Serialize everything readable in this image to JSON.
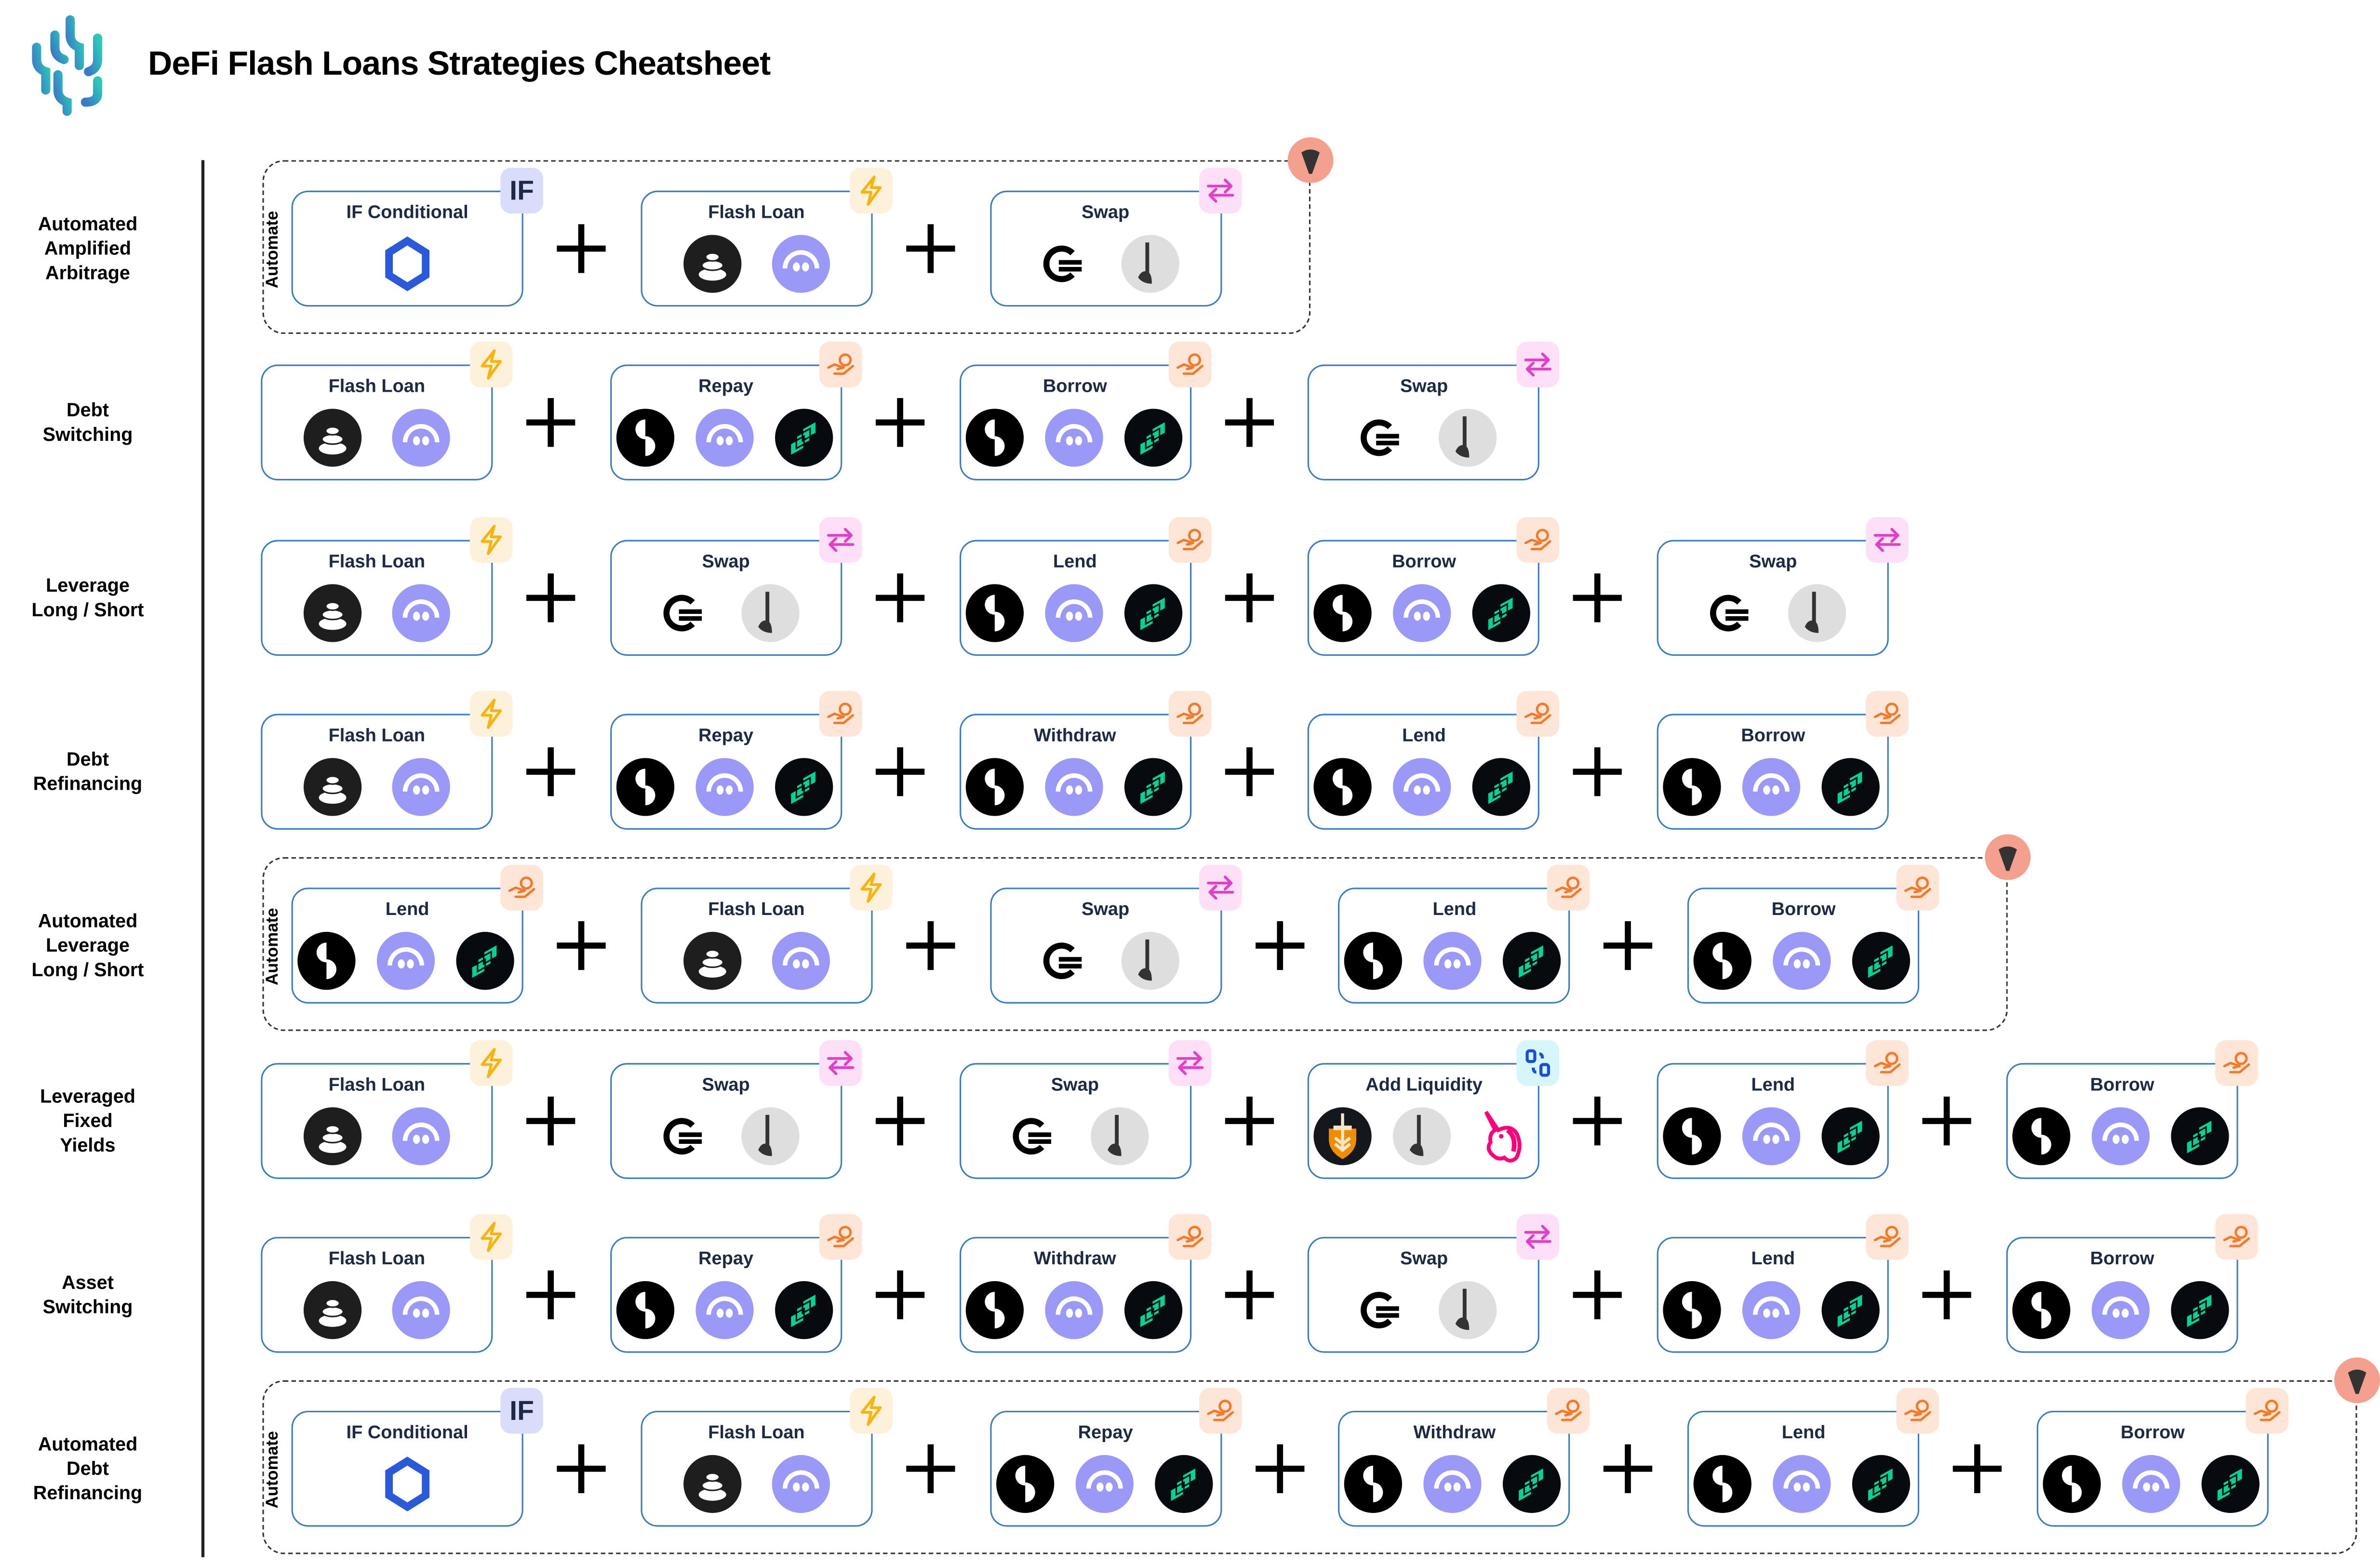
{
  "title": "DeFi Flash Loans Strategies Cheatsheet",
  "automate_label": "Automate",
  "badges": {
    "if": {
      "text": "IF",
      "bg": "#d9ddfb",
      "color": "#1e2a44"
    },
    "flash": {
      "icon": "lightning-icon",
      "bg": "#fdf1dc",
      "color": "#f5b40e"
    },
    "swap": {
      "icon": "swap-arrows-icon",
      "bg": "#fde0f7",
      "color": "#e040c8"
    },
    "lend": {
      "icon": "hand-coin-icon",
      "bg": "#fde6d8",
      "color": "#f37a2a"
    },
    "liquidity": {
      "icon": "link-squares-icon",
      "bg": "#d6f6fb",
      "color": "#1a4fd6"
    }
  },
  "rows": [
    {
      "label": "Automated\nAmplified\nArbitrage",
      "automated": true,
      "steps": [
        {
          "title": "IF Conditional",
          "badge": "if",
          "icons": [
            "chainlink"
          ]
        },
        {
          "title": "Flash Loan",
          "badge": "flash",
          "icons": [
            "balancer",
            "euler"
          ]
        },
        {
          "title": "Swap",
          "badge": "swap",
          "icons": [
            "aggregator",
            "pendulum"
          ]
        }
      ]
    },
    {
      "label": "Debt\nSwitching",
      "automated": false,
      "steps": [
        {
          "title": "Flash Loan",
          "badge": "flash",
          "icons": [
            "balancer",
            "euler"
          ]
        },
        {
          "title": "Repay",
          "badge": "lend",
          "icons": [
            "split",
            "euler",
            "compound"
          ]
        },
        {
          "title": "Borrow",
          "badge": "lend",
          "icons": [
            "split",
            "euler",
            "compound"
          ]
        },
        {
          "title": "Swap",
          "badge": "swap",
          "icons": [
            "aggregator",
            "pendulum"
          ]
        }
      ]
    },
    {
      "label": "Leverage\nLong / Short",
      "automated": false,
      "steps": [
        {
          "title": "Flash Loan",
          "badge": "flash",
          "icons": [
            "balancer",
            "euler"
          ]
        },
        {
          "title": "Swap",
          "badge": "swap",
          "icons": [
            "aggregator",
            "pendulum"
          ]
        },
        {
          "title": "Lend",
          "badge": "lend",
          "icons": [
            "split",
            "euler",
            "compound"
          ]
        },
        {
          "title": "Borrow",
          "badge": "lend",
          "icons": [
            "split",
            "euler",
            "compound"
          ]
        },
        {
          "title": "Swap",
          "badge": "swap",
          "icons": [
            "aggregator",
            "pendulum"
          ]
        }
      ]
    },
    {
      "label": "Debt\nRefinancing",
      "automated": false,
      "steps": [
        {
          "title": "Flash Loan",
          "badge": "flash",
          "icons": [
            "balancer",
            "euler"
          ]
        },
        {
          "title": "Repay",
          "badge": "lend",
          "icons": [
            "split",
            "euler",
            "compound"
          ]
        },
        {
          "title": "Withdraw",
          "badge": "lend",
          "icons": [
            "split",
            "euler",
            "compound"
          ]
        },
        {
          "title": "Lend",
          "badge": "lend",
          "icons": [
            "split",
            "euler",
            "compound"
          ]
        },
        {
          "title": "Borrow",
          "badge": "lend",
          "icons": [
            "split",
            "euler",
            "compound"
          ]
        }
      ]
    },
    {
      "label": "Automated\nLeverage\nLong / Short",
      "automated": true,
      "steps": [
        {
          "title": "Lend",
          "badge": "lend",
          "icons": [
            "split",
            "euler",
            "compound"
          ]
        },
        {
          "title": "Flash Loan",
          "badge": "flash",
          "icons": [
            "balancer",
            "euler"
          ]
        },
        {
          "title": "Swap",
          "badge": "swap",
          "icons": [
            "aggregator",
            "pendulum"
          ]
        },
        {
          "title": "Lend",
          "badge": "lend",
          "icons": [
            "split",
            "euler",
            "compound"
          ]
        },
        {
          "title": "Borrow",
          "badge": "lend",
          "icons": [
            "split",
            "euler",
            "compound"
          ]
        }
      ]
    },
    {
      "label": "Leveraged\nFixed\nYields",
      "automated": false,
      "steps": [
        {
          "title": "Flash Loan",
          "badge": "flash",
          "icons": [
            "balancer",
            "euler"
          ]
        },
        {
          "title": "Swap",
          "badge": "swap",
          "icons": [
            "aggregator",
            "pendulum"
          ]
        },
        {
          "title": "Swap",
          "badge": "swap",
          "icons": [
            "aggregator",
            "pendulum"
          ]
        },
        {
          "title": "Add Liquidity",
          "badge": "liquidity",
          "icons": [
            "shield",
            "pendulum",
            "uniswap"
          ]
        },
        {
          "title": "Lend",
          "badge": "lend",
          "icons": [
            "split",
            "euler",
            "compound"
          ]
        },
        {
          "title": "Borrow",
          "badge": "lend",
          "icons": [
            "split",
            "euler",
            "compound"
          ]
        }
      ]
    },
    {
      "label": "Asset\nSwitching",
      "automated": false,
      "steps": [
        {
          "title": "Flash Loan",
          "badge": "flash",
          "icons": [
            "balancer",
            "euler"
          ]
        },
        {
          "title": "Repay",
          "badge": "lend",
          "icons": [
            "split",
            "euler",
            "compound"
          ]
        },
        {
          "title": "Withdraw",
          "badge": "lend",
          "icons": [
            "split",
            "euler",
            "compound"
          ]
        },
        {
          "title": "Swap",
          "badge": "swap",
          "icons": [
            "aggregator",
            "pendulum"
          ]
        },
        {
          "title": "Lend",
          "badge": "lend",
          "icons": [
            "split",
            "euler",
            "compound"
          ]
        },
        {
          "title": "Borrow",
          "badge": "lend",
          "icons": [
            "split",
            "euler",
            "compound"
          ]
        }
      ]
    },
    {
      "label": "Automated\nDebt\nRefinancing",
      "automated": true,
      "steps": [
        {
          "title": "IF Conditional",
          "badge": "if",
          "icons": [
            "chainlink"
          ]
        },
        {
          "title": "Flash Loan",
          "badge": "flash",
          "icons": [
            "balancer",
            "euler"
          ]
        },
        {
          "title": "Repay",
          "badge": "lend",
          "icons": [
            "split",
            "euler",
            "compound"
          ]
        },
        {
          "title": "Withdraw",
          "badge": "lend",
          "icons": [
            "split",
            "euler",
            "compound"
          ]
        },
        {
          "title": "Lend",
          "badge": "lend",
          "icons": [
            "split",
            "euler",
            "compound"
          ]
        },
        {
          "title": "Borrow",
          "badge": "lend",
          "icons": [
            "split",
            "euler",
            "compound"
          ]
        }
      ]
    }
  ]
}
